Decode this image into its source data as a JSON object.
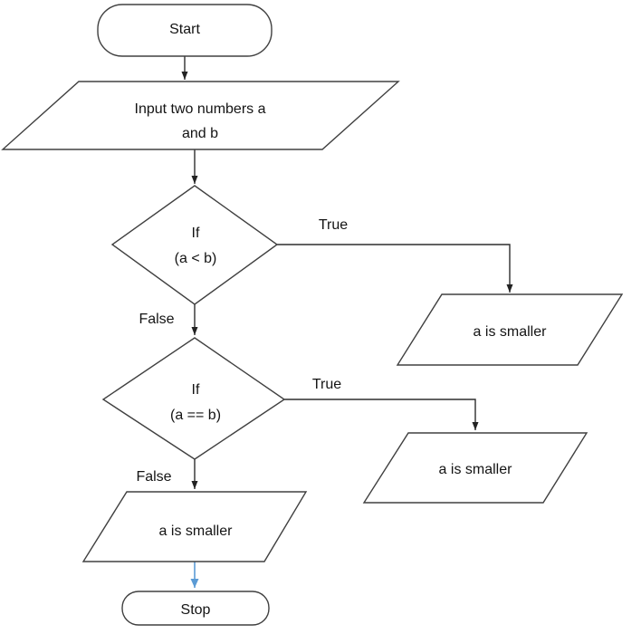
{
  "colors": {
    "background": "#ffffff",
    "shape_fill": "#ffffff",
    "shape_stroke": "#404040",
    "connector": "#2e2e2e",
    "text": "#141414",
    "accent_arrow": "#5b9bd5"
  },
  "nodes": {
    "start": {
      "type": "terminator",
      "label": "Start"
    },
    "input": {
      "type": "data-parallelogram",
      "line1": "Input two numbers a",
      "line2": "and b"
    },
    "decision1": {
      "type": "decision",
      "line1": "If",
      "line2": "(a < b)"
    },
    "out_true1": {
      "type": "data-parallelogram",
      "label": "a is smaller"
    },
    "decision2": {
      "type": "decision",
      "line1": "If",
      "line2": "(a == b)"
    },
    "out_true2": {
      "type": "data-parallelogram",
      "label": "a is smaller"
    },
    "out_false": {
      "type": "data-parallelogram",
      "label": "a is smaller"
    },
    "stop": {
      "type": "terminator",
      "label": "Stop"
    }
  },
  "edge_labels": {
    "decision1_true": "True",
    "decision1_false": "False",
    "decision2_true": "True",
    "decision2_false": "False"
  }
}
